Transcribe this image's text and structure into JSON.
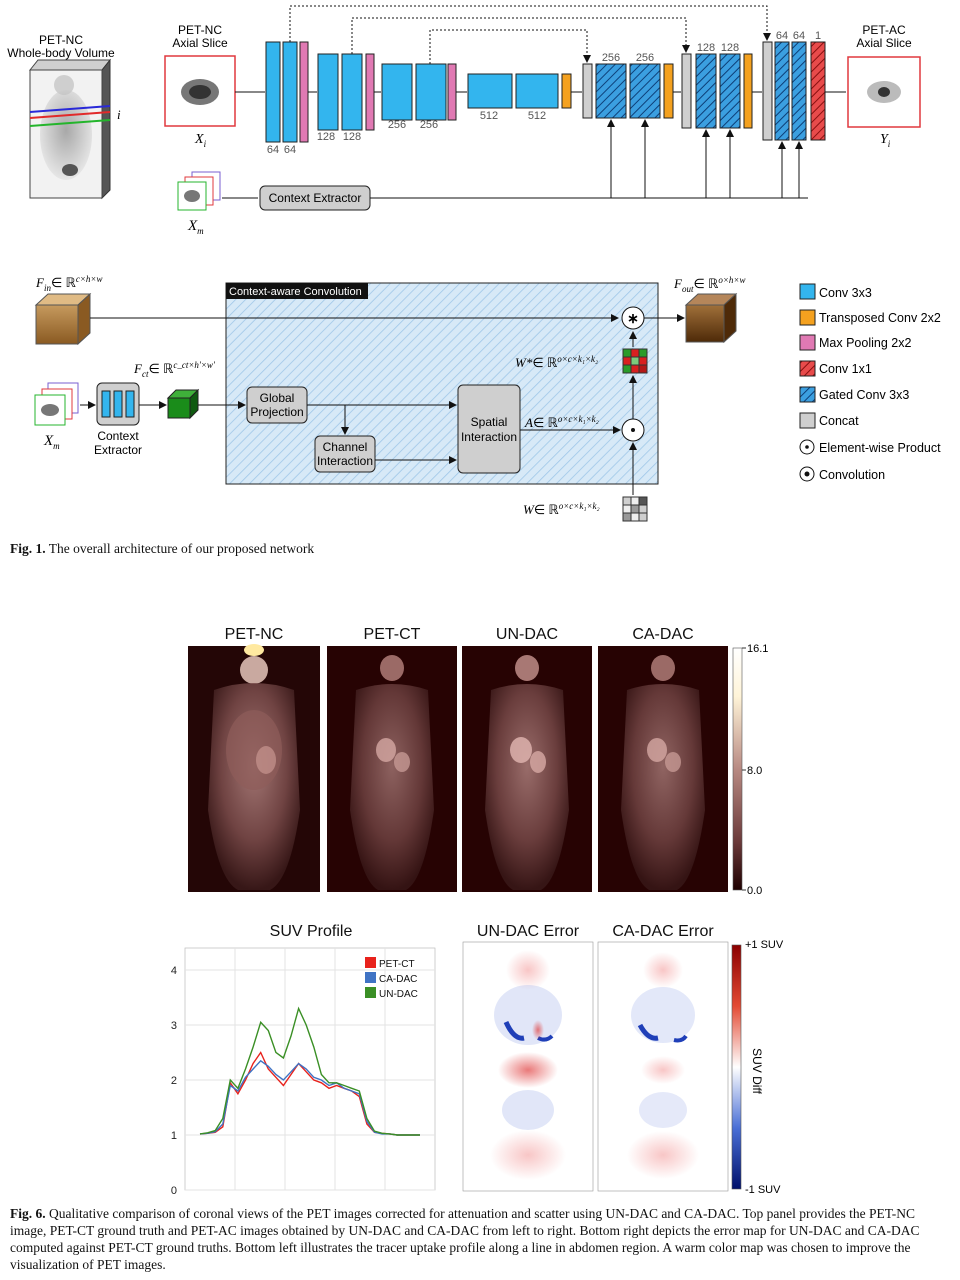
{
  "fig1": {
    "petnc_volume_title": [
      "PET-NC",
      "Whole-body Volume"
    ],
    "axial_in_title": [
      "PET-NC",
      "Axial Slice"
    ],
    "axial_out_title": [
      "PET-AC",
      "Axial Slice"
    ],
    "slice_index": "i",
    "xi_label": "X",
    "xi_sub": "i",
    "yi_label": "Y",
    "yi_sub": "i",
    "xm_label": "X",
    "xm_sub": "m",
    "context_extractor_bar": "Context Extractor",
    "encoder_channels": [
      "64",
      "64",
      "128",
      "128",
      "256",
      "256",
      "512",
      "512"
    ],
    "decoder_channels": [
      "256",
      "256",
      "128",
      "128",
      "64",
      "64",
      "1"
    ],
    "context_aware_title": "Context-aware Convolution",
    "f_in": "F",
    "f_in_sub": "in",
    "f_in_domain": "∈ ℝ",
    "f_in_sup": "c×h×w",
    "f_out": "F",
    "f_out_sub": "out",
    "f_out_sup": "o×h×w",
    "f_ct": "F",
    "f_ct_sub": "ct",
    "f_ct_sup": "c_ct×h'×w'",
    "context_extractor_label": [
      "Context",
      "Extractor"
    ],
    "global_projection": [
      "Global",
      "Projection"
    ],
    "channel_interaction": [
      "Channel",
      "Interaction"
    ],
    "spatial_interaction": [
      "Spatial",
      "Interaction"
    ],
    "w_star": "W*",
    "a_label": "A",
    "w_label": "W",
    "okk_sup": "o×c×k₁×k₂",
    "legend": [
      {
        "label": "Conv 3x3",
        "color": "#33b5ee",
        "style": "solid"
      },
      {
        "label": "Transposed Conv 2x2",
        "color": "#f4a11f",
        "style": "solid"
      },
      {
        "label": "Max Pooling 2x2",
        "color": "#e079b3",
        "style": "solid"
      },
      {
        "label": "Conv 1x1",
        "color": "#e84b4b",
        "style": "hatch-red"
      },
      {
        "label": "Gated Conv 3x3",
        "color": "#3b9fe0",
        "style": "hatch-blue"
      },
      {
        "label": "Concat",
        "color": "#cfcfcf",
        "style": "solid"
      },
      {
        "label": "Element-wise Product",
        "color": "#000000",
        "style": "dot"
      },
      {
        "label": "Convolution",
        "color": "#000000",
        "style": "star"
      }
    ],
    "caption_label": "Fig. 1.",
    "caption_text": " The overall architecture of our proposed network"
  },
  "fig6": {
    "panel_titles": [
      "PET-NC",
      "PET-CT",
      "UN-DAC",
      "CA-DAC"
    ],
    "colorbar_ticks": [
      "16.1",
      "8.0",
      "0.0"
    ],
    "suv_title": "SUV Profile",
    "error_titles": [
      "UN-DAC Error",
      "CA-DAC Error"
    ],
    "diff_ticks": [
      "+1 SUV",
      "-1 SUV"
    ],
    "diff_label": "SUV Diff",
    "caption_label": "Fig. 6.",
    "caption_text": " Qualitative comparison of coronal views of the PET images corrected for attenuation and scatter using UN-DAC and CA-DAC. Top panel provides the PET-NC image, PET-CT ground truth and PET-AC images obtained by UN-DAC and CA-DAC from left to right. Bottom right depicts the error map for UN-DAC and CA-DAC computed against PET-CT ground truths. Bottom left illustrates the tracer uptake profile along a line in abdomen region. A warm color map was chosen to improve the visualization of PET images."
  },
  "chart_data": {
    "type": "line",
    "title": "SUV Profile",
    "xlabel": "",
    "ylabel": "",
    "ylim": [
      0,
      4.4
    ],
    "yticks": [
      "0",
      "1",
      "2",
      "3",
      "4"
    ],
    "grid": true,
    "legend_position": "top-right",
    "x": [
      0,
      1,
      2,
      3,
      4,
      5,
      6,
      7,
      8,
      9,
      10,
      11,
      12,
      13,
      14,
      15,
      16,
      17,
      18,
      19,
      20,
      21,
      22,
      23,
      24,
      25,
      26,
      27,
      28,
      29
    ],
    "series": [
      {
        "name": "PET-CT",
        "color": "#e8221c",
        "values": [
          1.02,
          1.03,
          1.05,
          1.15,
          1.95,
          1.75,
          2.0,
          2.3,
          2.5,
          2.2,
          2.05,
          1.9,
          2.1,
          2.3,
          2.15,
          2.0,
          1.95,
          1.85,
          1.9,
          1.85,
          1.8,
          1.7,
          1.2,
          1.05,
          1.03,
          1.02,
          1.0,
          1.0,
          1.0,
          1.0
        ]
      },
      {
        "name": "CA-DAC",
        "color": "#3f73c4",
        "values": [
          1.02,
          1.03,
          1.06,
          1.2,
          1.9,
          1.8,
          2.05,
          2.2,
          2.35,
          2.25,
          2.1,
          2.0,
          2.15,
          2.3,
          2.2,
          2.05,
          2.0,
          1.9,
          1.95,
          1.85,
          1.8,
          1.75,
          1.25,
          1.05,
          1.02,
          1.02,
          1.0,
          1.0,
          1.0,
          1.0
        ]
      },
      {
        "name": "UN-DAC",
        "color": "#3a8f25",
        "values": [
          1.02,
          1.04,
          1.08,
          1.3,
          2.0,
          1.85,
          2.2,
          2.6,
          3.05,
          2.9,
          2.5,
          2.4,
          2.8,
          3.3,
          3.0,
          2.6,
          2.1,
          1.95,
          1.95,
          1.9,
          1.85,
          1.8,
          1.3,
          1.07,
          1.03,
          1.02,
          1.0,
          1.0,
          1.0,
          1.0
        ]
      }
    ]
  }
}
